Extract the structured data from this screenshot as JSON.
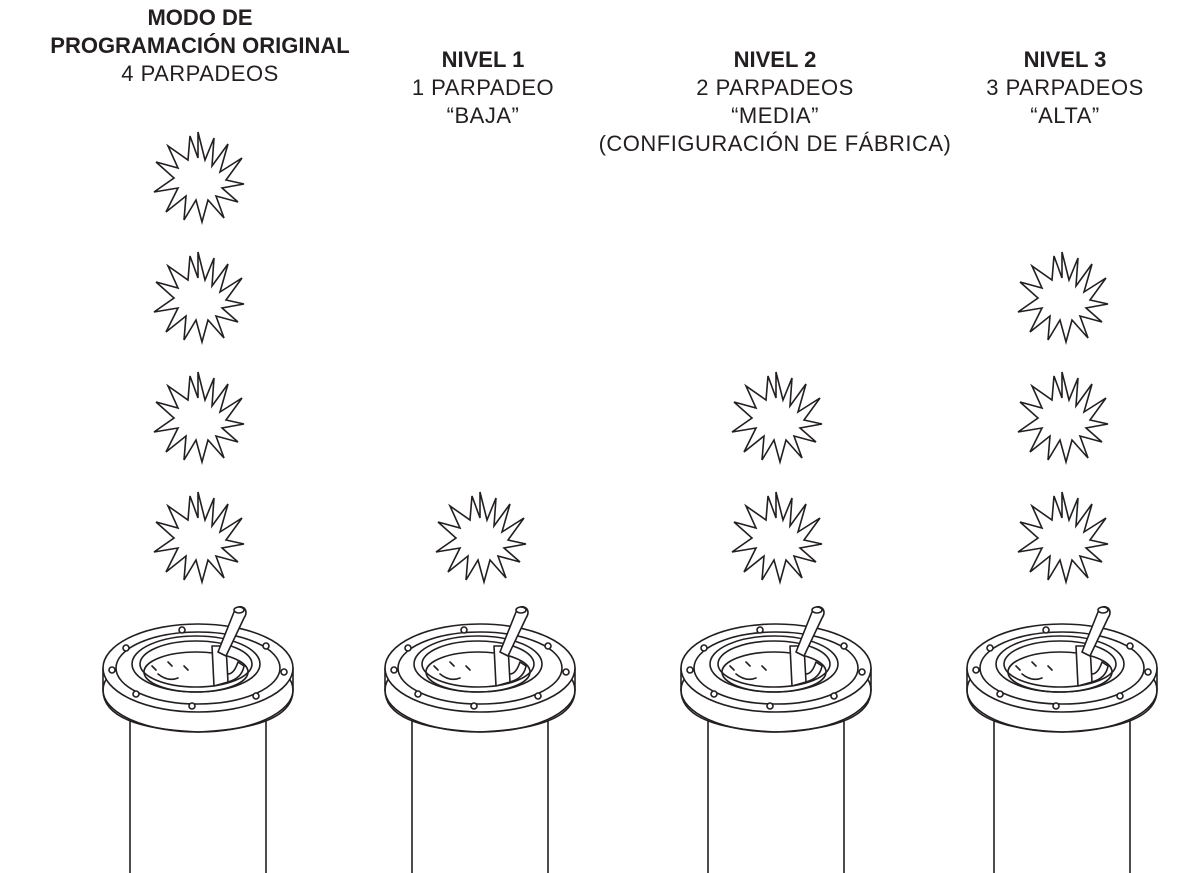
{
  "columns": [
    {
      "title_line1": "MODO DE",
      "title_line2": "PROGRAMACIÓN ORIGINAL",
      "flashes_label": "4 PARPADEOS",
      "level_label": "",
      "note": "",
      "flash_count": 4
    },
    {
      "title_line1": "",
      "title_line2": "NIVEL 1",
      "flashes_label": "1 PARPADEO",
      "level_label": "“BAJA”",
      "note": "",
      "flash_count": 1
    },
    {
      "title_line1": "",
      "title_line2": "NIVEL 2",
      "flashes_label": "2 PARPADEOS",
      "level_label": "“MEDIA”",
      "note": "(CONFIGURACIÓN DE FÁBRICA)",
      "flash_count": 2
    },
    {
      "title_line1": "",
      "title_line2": "NIVEL 3",
      "flashes_label": "3 PARPADEOS",
      "level_label": "“ALTA”",
      "note": "",
      "flash_count": 3
    }
  ],
  "icons": {
    "flash": "flash-burst-icon",
    "fixture": "inground-light-fixture"
  },
  "colors": {
    "ink": "#231f20",
    "background": "#ffffff"
  }
}
